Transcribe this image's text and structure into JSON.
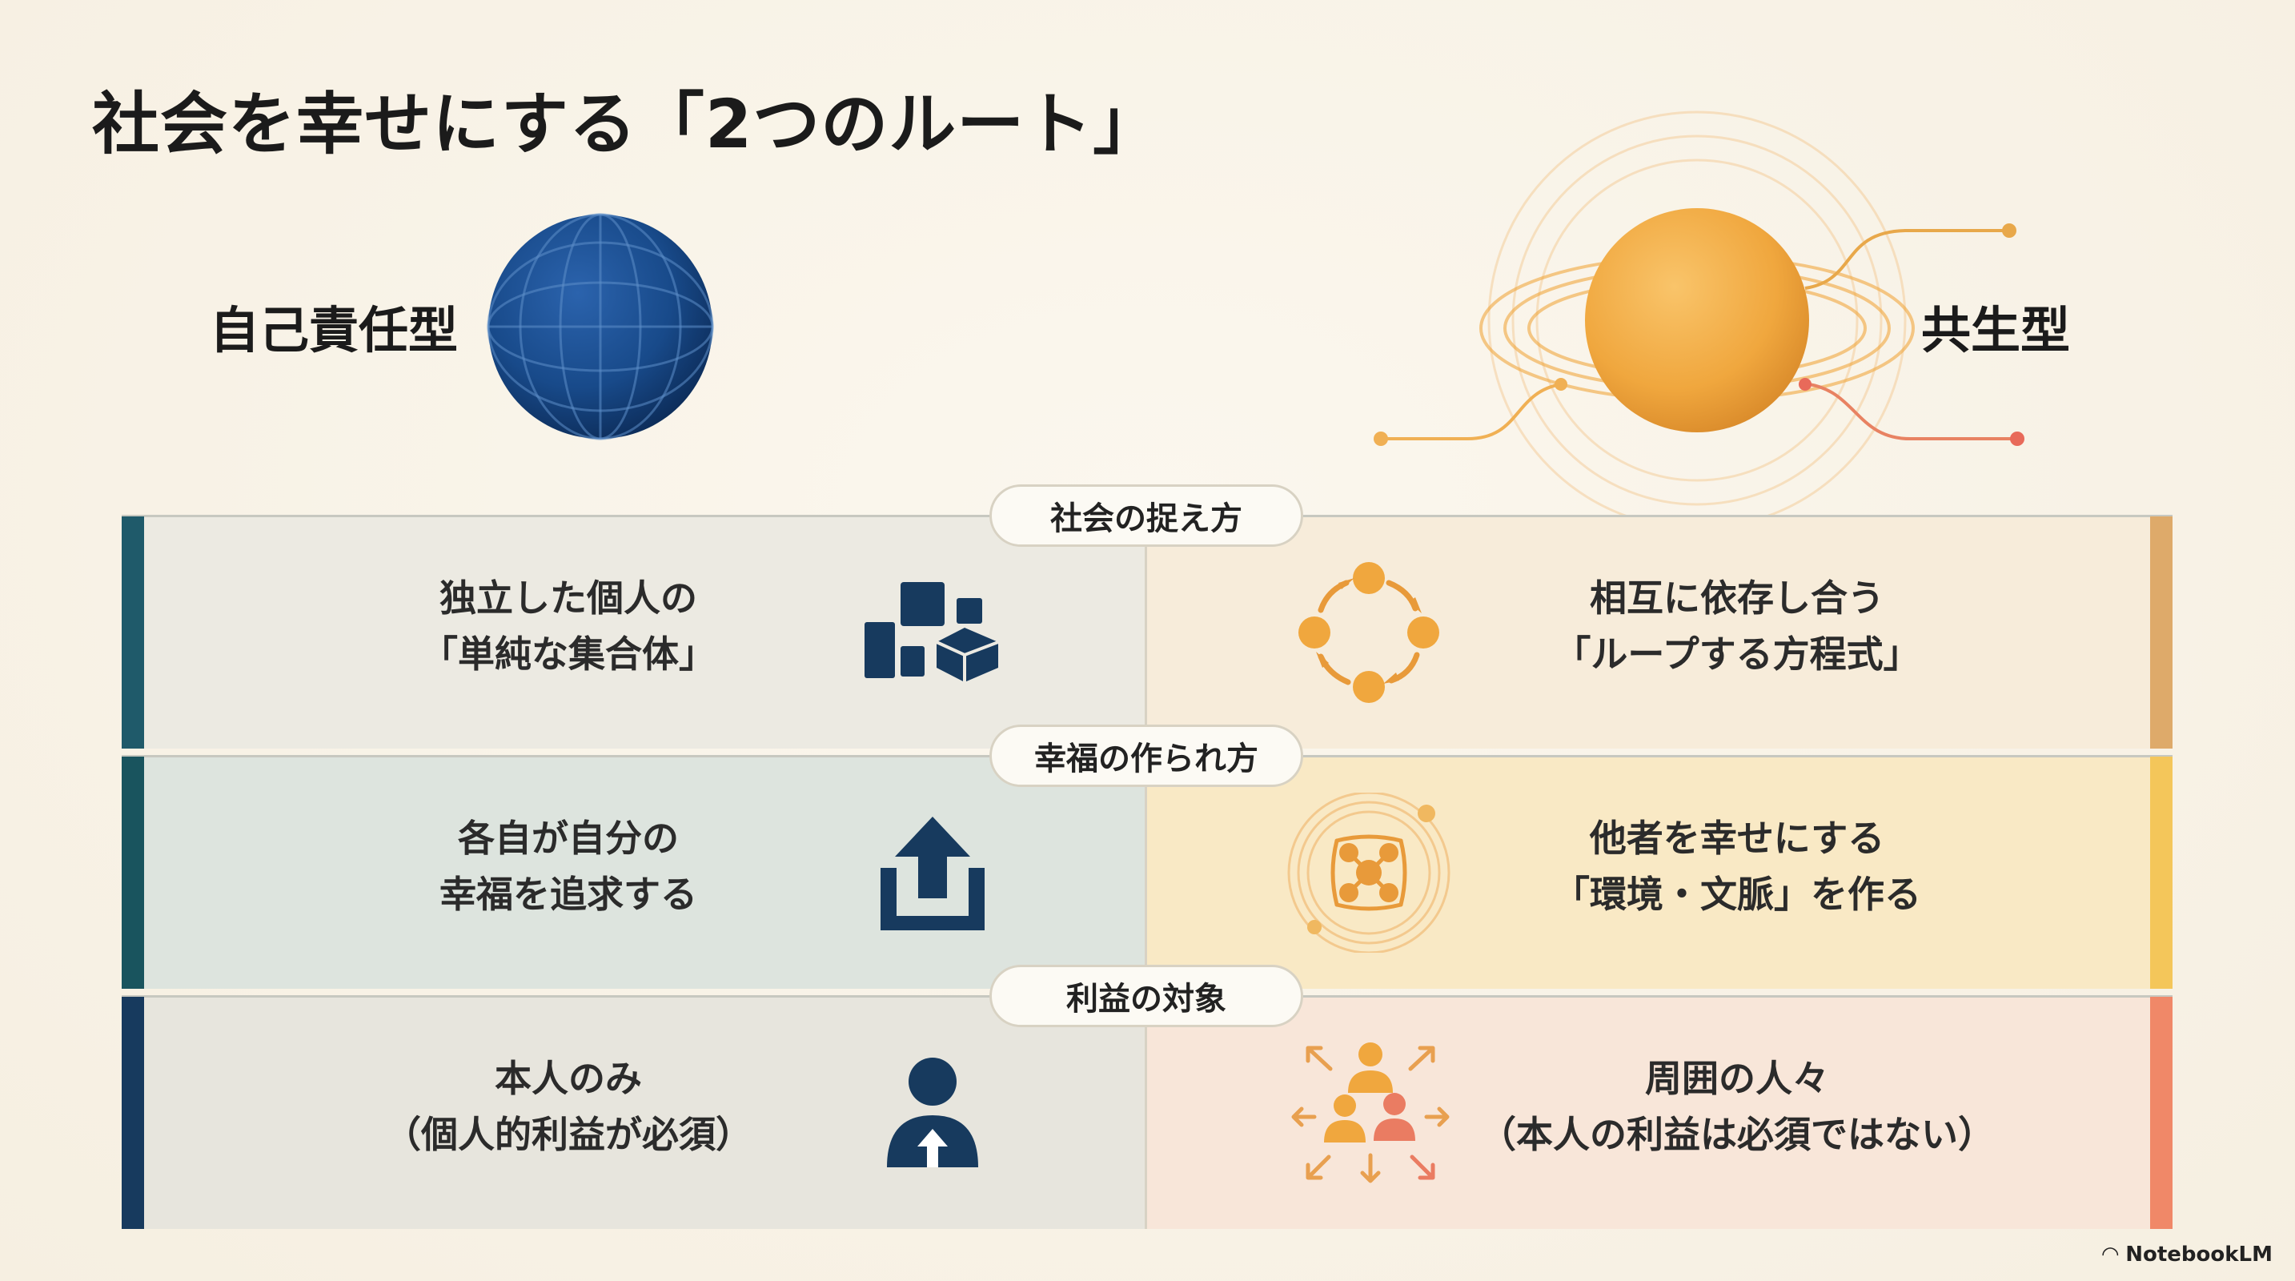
{
  "title": "社会を幸せにする「2つのルート」",
  "left_type": {
    "label": "自己責任型",
    "accent": "#1d4a8c"
  },
  "right_type": {
    "label": "共生型",
    "accent": "#f2b24a"
  },
  "rows": [
    {
      "category": "社会の捉え方",
      "left": [
        "独立した個人の",
        "「単純な集合体」"
      ],
      "right": [
        "相互に依存し合う",
        "「ループする方程式」"
      ],
      "left_icon": "blocks-icon",
      "right_icon": "cycle-loop-icon",
      "left_bar_color": "#1f5a6a",
      "right_bar_color": "#deaa6a"
    },
    {
      "category": "幸福の作られ方",
      "left": [
        "各自が自分の",
        "幸福を追求する"
      ],
      "right": [
        "他者を幸せにする",
        "「環境・文脈」を作る"
      ],
      "left_icon": "upload-arrow-icon",
      "right_icon": "network-radiate-icon",
      "left_bar_color": "#19545e",
      "right_bar_color": "#f4c65a"
    },
    {
      "category": "利益の対象",
      "left": [
        "本人のみ",
        "（個人的利益が必須）"
      ],
      "right": [
        "周囲の人々",
        "（本人の利益は必須ではない）"
      ],
      "left_icon": "person-arrow-icon",
      "right_icon": "group-arrows-icon",
      "left_bar_color": "#173a5e",
      "right_bar_color": "#f08868"
    }
  ],
  "brand": "NotebookLM"
}
